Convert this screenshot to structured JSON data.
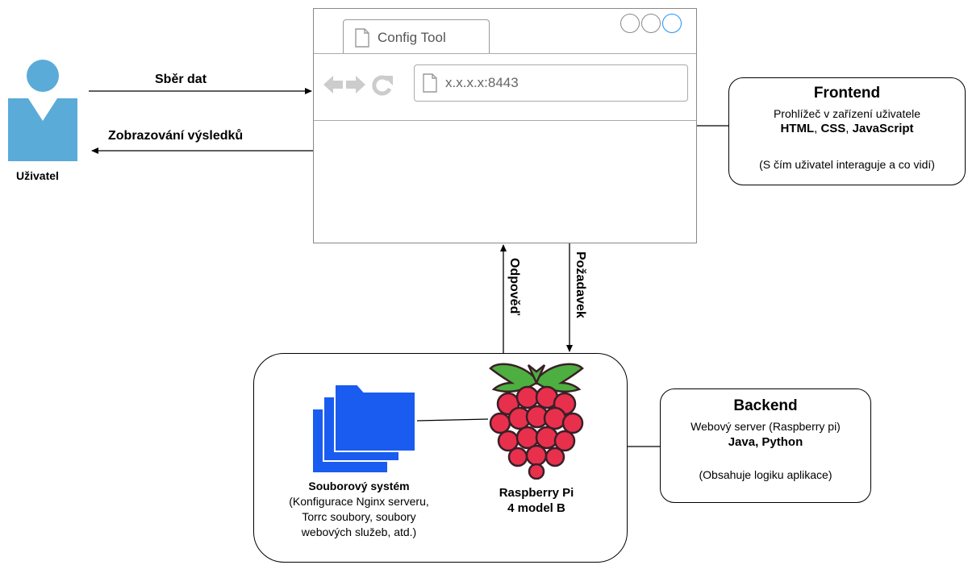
{
  "user": {
    "label": "Uživatel",
    "icon": "user-icon",
    "color": "#5aabd8"
  },
  "arrows": {
    "collect": "Sběr dat",
    "display": "Zobrazování výsledků",
    "response": "Odpověď",
    "request": "Požadavek"
  },
  "browser": {
    "tab_title": "Config Tool",
    "address": "x.x.x.x:8443"
  },
  "frontend": {
    "title": "Frontend",
    "line1": "Prohlížeč v zařízení uživatele",
    "tech": [
      "HTML",
      "CSS",
      "JavaScript"
    ],
    "note": "(S čím uživatel interaguje a co vidí)"
  },
  "backend_box": {
    "filesystem": {
      "title": "Souborový systém",
      "line1": "(Konfigurace Nginx serveru,",
      "line2": "Torrc soubory, soubory",
      "line3": "webových služeb, atd.)",
      "color": "#1a5cf0"
    },
    "raspberry": {
      "line1": "Raspberry Pi",
      "line2": "4 model B",
      "berry_color": "#e8304d",
      "leaf_color": "#4caf3f"
    }
  },
  "backend": {
    "title": "Backend",
    "line1": "Webový server (Raspberry pi)",
    "tech": "Java, Python",
    "note": "(Obsahuje logiku aplikace)"
  }
}
